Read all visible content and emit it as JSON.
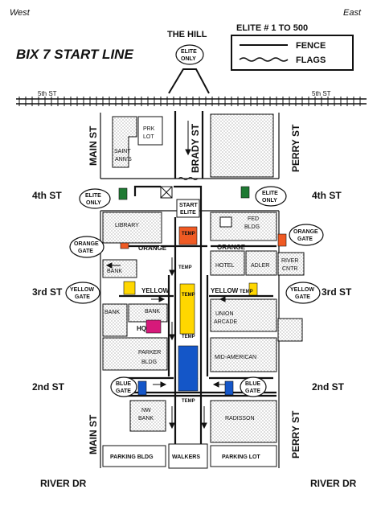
{
  "header": {
    "west": "West",
    "east": "East",
    "title": "BIX 7 START LINE",
    "the_hill": "THE HILL"
  },
  "legend": {
    "elite_range": "ELITE # 1 TO 500",
    "fence": "FENCE",
    "flags": "FLAGS"
  },
  "streets": {
    "fifth_left": "5th ST",
    "fifth_right": "5th ST",
    "main_upper": "MAIN ST",
    "main_lower": "MAIN ST",
    "brady": "BRADY ST",
    "perry_upper": "PERRY ST",
    "perry_lower": "PERRY ST",
    "fourth_left": "4th ST",
    "fourth_right": "4th ST",
    "third_left": "3rd ST",
    "third_right": "3rd ST",
    "second_left": "2nd ST",
    "second_right": "2nd ST",
    "river_left": "RIVER DR",
    "river_right": "RIVER DR"
  },
  "buildings": {
    "prk_lot_1": "PRK",
    "prk_lot_2": "LOT",
    "saint_anns_1": "SAINT",
    "saint_anns_2": "ANN'S",
    "library": "LIBRARY",
    "fed_bldg_1": "FED",
    "fed_bldg_2": "BLDG",
    "bank_1": "BANK",
    "hotel": "HOTEL",
    "adler": "ADLER",
    "river_cntr_1": "RIVER",
    "river_cntr_2": "CNTR",
    "bank_2": "BANK",
    "bank_3": "BANK",
    "hq": "HQ",
    "union_arcade_1": "UNION",
    "union_arcade_2": "ARCADE",
    "parker_bldg_1": "PARKER",
    "parker_bldg_2": "BLDG",
    "mid_american": "MID-AMERICAN",
    "nw_bank_1": "NW",
    "nw_bank_2": "BANK",
    "radisson": "RADISSON",
    "parking_bldg": "PARKING BLDG",
    "walkers": "WALKERS",
    "parking_lot": "PARKING LOT"
  },
  "zones": {
    "start_elite_1": "START",
    "start_elite_2": "ELITE",
    "temp": "TEMP",
    "orange_left": "ORANGE",
    "orange_right": "ORANGE",
    "yellow_left": "YELLOW",
    "yellow_right": "YELLOW"
  },
  "gates": {
    "elite_top": [
      "ELITE",
      "ONLY"
    ],
    "elite_left": [
      "ELITE",
      "ONLY"
    ],
    "elite_right": [
      "ELITE",
      "ONLY"
    ],
    "orange_left": [
      "ORANGE",
      "GATE"
    ],
    "orange_right": [
      "ORANGE",
      "GATE"
    ],
    "yellow_left": [
      "YELLOW",
      "GATE"
    ],
    "yellow_right": [
      "YELLOW",
      "GATE"
    ],
    "blue_left": [
      "BLUE",
      "GATE"
    ],
    "blue_right": [
      "BLUE",
      "GATE"
    ]
  },
  "colors": {
    "elite": "#1f7a33",
    "orange": "#f05a23",
    "yellow": "#ffd700",
    "blue": "#1456c8",
    "hq": "#d6197a",
    "fence": "#111111"
  }
}
